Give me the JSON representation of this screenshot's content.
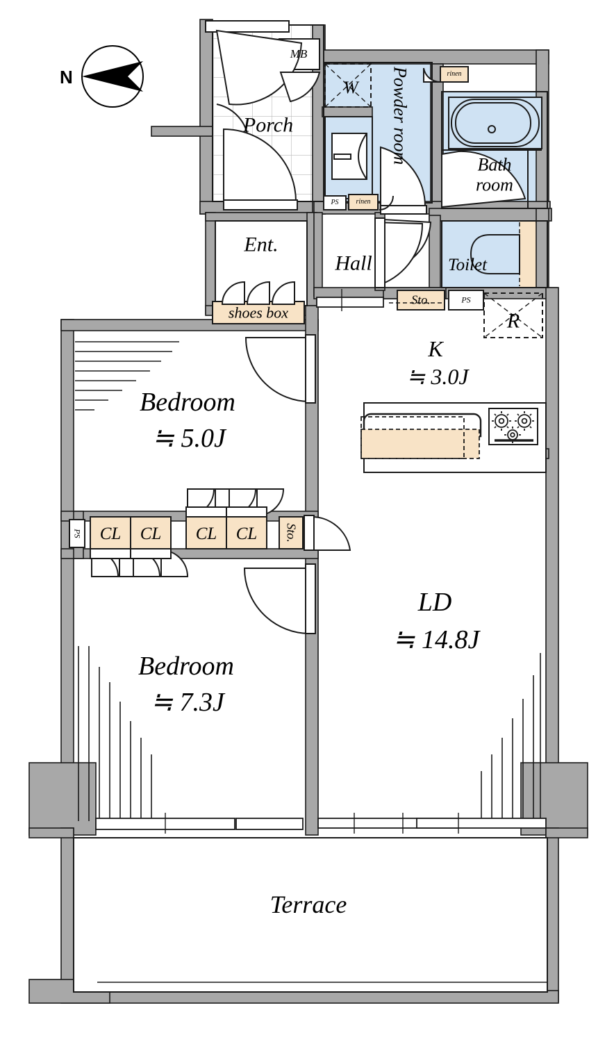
{
  "plan": {
    "title": "Apartment Floor Plan",
    "compass": {
      "letter": "N",
      "direction": "west-pointing-arrow"
    },
    "colors": {
      "wall": "#a8a8a8",
      "wall_stroke": "#1a1a1a",
      "water_fill": "#cfe2f3",
      "storage_fill": "#f8e3c6",
      "line": "#000000",
      "background": "#ffffff"
    },
    "rooms": [
      {
        "key": "porch",
        "label": "Porch",
        "area": ""
      },
      {
        "key": "mb",
        "label": "MB",
        "area": ""
      },
      {
        "key": "powder",
        "label": "Powder\nroom",
        "area": ""
      },
      {
        "key": "bath",
        "label": "Bath\nroom",
        "area": ""
      },
      {
        "key": "toilet",
        "label": "Toilet",
        "area": ""
      },
      {
        "key": "ent",
        "label": "Ent.",
        "area": ""
      },
      {
        "key": "hall",
        "label": "Hall",
        "area": ""
      },
      {
        "key": "kitchen",
        "label": "K",
        "area": "≒ 3.0J"
      },
      {
        "key": "ld",
        "label": "LD",
        "area": "≒ 14.8J"
      },
      {
        "key": "bedroom1",
        "label": "Bedroom",
        "area": "≒ 5.0J"
      },
      {
        "key": "bedroom2",
        "label": "Bedroom",
        "area": "≒ 7.3J"
      },
      {
        "key": "terrace",
        "label": "Terrace",
        "area": ""
      }
    ],
    "fixtures": [
      {
        "key": "washer",
        "label": "W",
        "note": "washing-machine-space"
      },
      {
        "key": "refrigerator",
        "label": "R",
        "note": "refrigerator-space"
      },
      {
        "key": "meter_box",
        "label": "MB",
        "note": "meter-box"
      },
      {
        "key": "shoes_box",
        "label": "shoes box",
        "note": "shoe-cabinet"
      },
      {
        "key": "linen_top",
        "label": "rinen",
        "note": "linen-closet"
      },
      {
        "key": "linen_low",
        "label": "rinen",
        "note": "linen-closet"
      },
      {
        "key": "ps_powder",
        "label": "PS",
        "note": "pipe-shaft"
      },
      {
        "key": "ps_hall",
        "label": "PS",
        "note": "pipe-shaft"
      },
      {
        "key": "ps_bedroom",
        "label": "PS",
        "note": "pipe-shaft"
      },
      {
        "key": "sto_hall",
        "label": "Sto.",
        "note": "storage"
      },
      {
        "key": "sto_corridor",
        "label": "Sto.",
        "note": "storage"
      },
      {
        "key": "closet_1",
        "label": "CL",
        "note": "closet"
      },
      {
        "key": "closet_2",
        "label": "CL",
        "note": "closet"
      },
      {
        "key": "closet_3",
        "label": "CL",
        "note": "closet"
      },
      {
        "key": "closet_4",
        "label": "CL",
        "note": "closet"
      },
      {
        "key": "bathtub",
        "label": "",
        "note": "bathtub"
      },
      {
        "key": "vanity",
        "label": "",
        "note": "vanity-sink"
      },
      {
        "key": "toilet_bowl",
        "label": "",
        "note": "toilet-bowl"
      },
      {
        "key": "gas_range",
        "label": "",
        "note": "three-burner-gas-stove"
      },
      {
        "key": "kitchen_sink",
        "label": "",
        "note": "kitchen-sink-counter"
      }
    ]
  }
}
